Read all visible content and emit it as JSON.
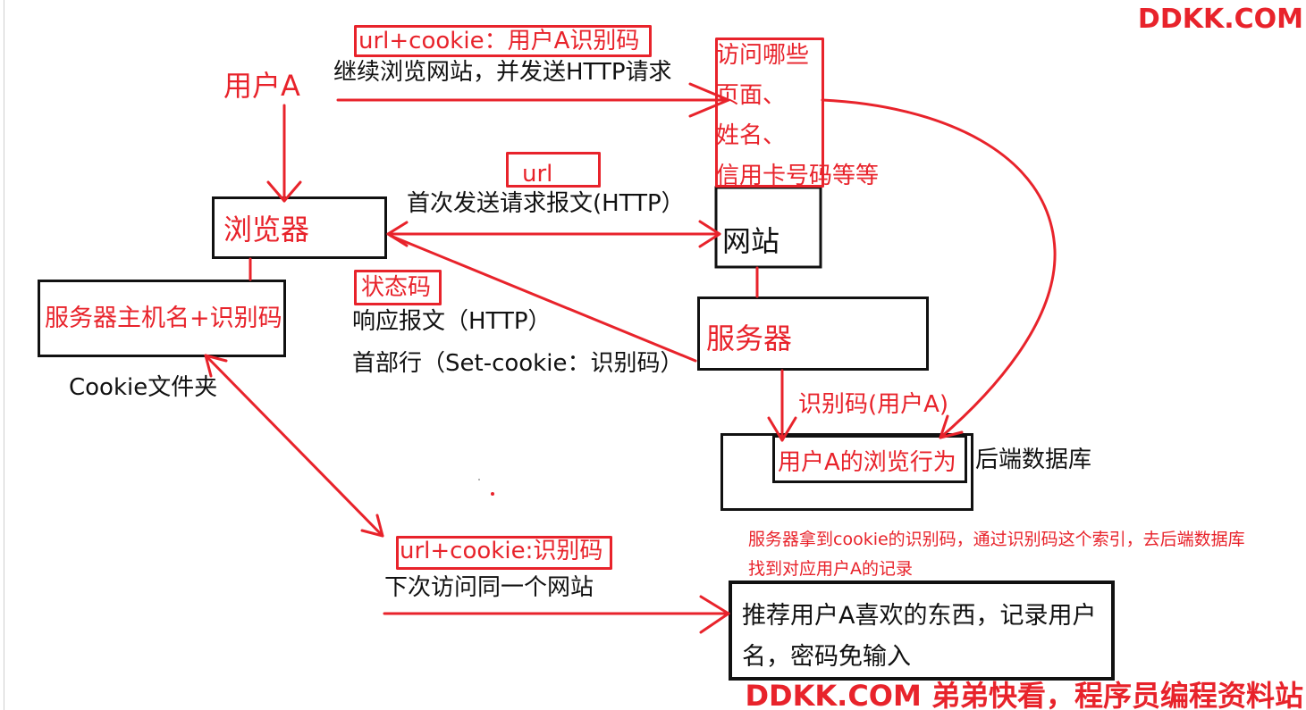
{
  "watermark": {
    "top": "DDKK.COM",
    "bottom": "DDKK.COM 弟弟快看，程序员编程资料站"
  },
  "user": {
    "label": "用户A"
  },
  "continue_visit": {
    "cookie_label": "url+cookie：用户A识别码",
    "caption": "继续浏览网站，并发送HTTP请求"
  },
  "tracking": {
    "lines": [
      "访问哪些",
      "页面、",
      "姓名、",
      "信用卡号码等等"
    ]
  },
  "request": {
    "url_label": "url",
    "caption": "首次发送请求报文(HTTP）"
  },
  "browser": {
    "label": "浏览器"
  },
  "website": {
    "label": "网站"
  },
  "cookie": {
    "entry": "服务器主机名+识别码",
    "folder": "Cookie文件夹"
  },
  "response": {
    "status_label": "状态码",
    "caption": "响应报文（HTTP）",
    "header": "首部行（Set-cookie：识别码）"
  },
  "server": {
    "label": "服务器",
    "id_label": "识别码(用户A)"
  },
  "database": {
    "record": "用户A的浏览行为",
    "label": "后端数据库"
  },
  "note": {
    "lines": [
      "服务器拿到cookie的识别码，通过识别码这个索引，去后端数据库",
      "找到对应用户A的记录"
    ]
  },
  "next_visit": {
    "cookie_label": "url+cookie:识别码",
    "caption": "下次访问同一个网站"
  },
  "result": {
    "lines": [
      "推荐用户A喜欢的东西，记录用户",
      "名，密码免输入"
    ]
  },
  "colors": {
    "annotation": "#e8232b",
    "ink": "#111111"
  }
}
